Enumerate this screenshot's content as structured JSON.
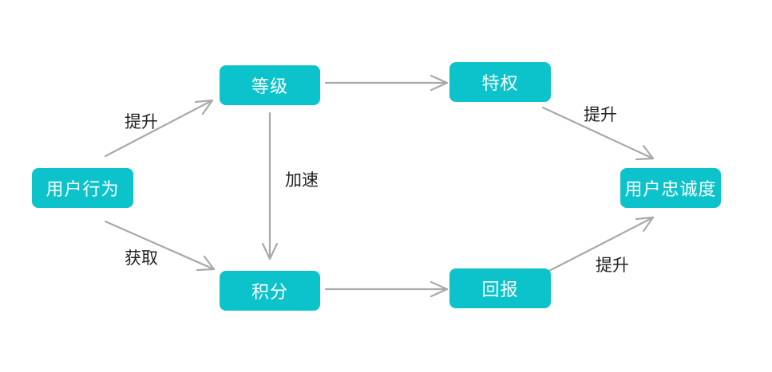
{
  "nodes": {
    "user_behavior": "用户行为",
    "level": "等级",
    "privilege": "特权",
    "loyalty": "用户忠诚度",
    "points": "积分",
    "reward": "回报"
  },
  "edges": {
    "behavior_to_level": "提升",
    "behavior_to_points": "获取",
    "level_to_points": "加速",
    "privilege_to_loyalty": "提升",
    "reward_to_loyalty": "提升"
  },
  "colors": {
    "node_fill": "#0dc3cb",
    "node_text": "#ffffff",
    "arrow": "#a9a9a9",
    "label_text": "#222222"
  }
}
